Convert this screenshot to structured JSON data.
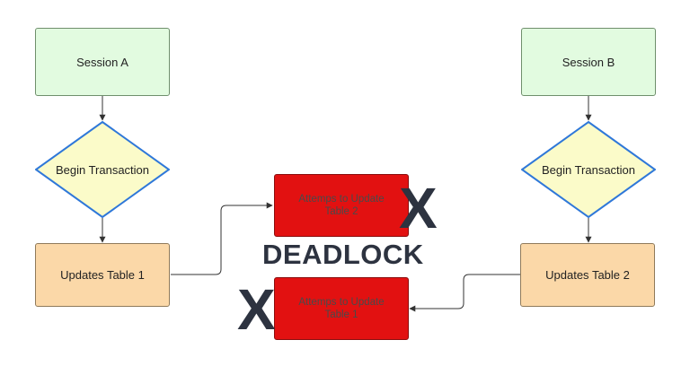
{
  "left_flow": {
    "session": "Session A",
    "decision": "Begin Transaction",
    "update": "Updates Table 1"
  },
  "right_flow": {
    "session": "Session B",
    "decision": "Begin Transaction",
    "update": "Updates Table 2"
  },
  "conflict": {
    "attempt_top": "Attemps to Update\nTable 2",
    "attempt_bottom": "Attemps to Update\nTable 1",
    "mark_top": "X",
    "mark_bottom": "X",
    "label": "DEADLOCK"
  },
  "colors": {
    "session_fill": "#e2fbe0",
    "decision_fill": "#fbfbc9",
    "decision_stroke": "#2f78d9",
    "update_fill": "#fbd8a8",
    "attempt_fill": "#e21111",
    "mark_color": "#2d3340",
    "connector": "#333333"
  }
}
